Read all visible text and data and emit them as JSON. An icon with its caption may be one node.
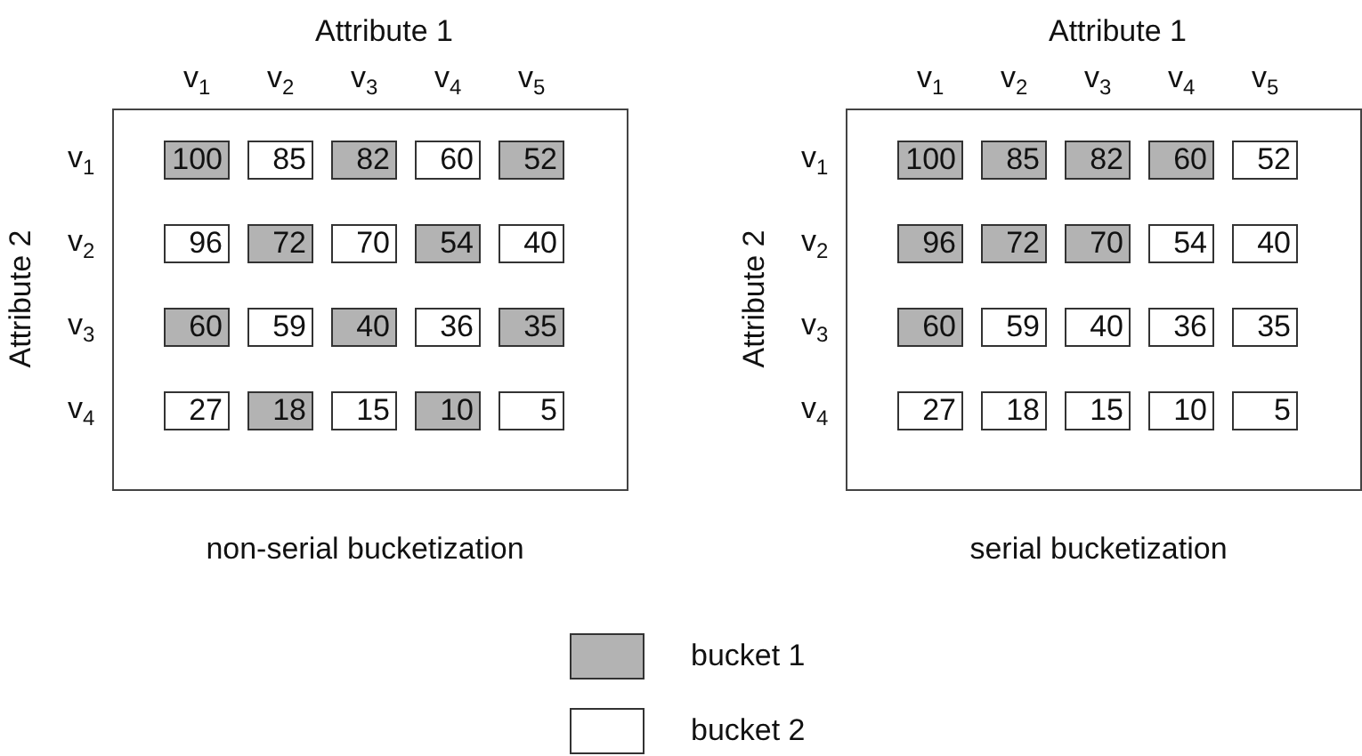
{
  "diagram": {
    "nodes": [
      {
        "text": [],
        "shape": "box"
      },
      {
        "text": [
          "100"
        ],
        "in": 0
      },
      {
        "text": [
          "85"
        ],
        "in": 0
      },
      {
        "text": [
          "82"
        ],
        "in": 0
      },
      {
        "text": [
          "60"
        ],
        "in": 0
      },
      {
        "text": [
          "52"
        ],
        "in": 0
      },
      {
        "text": [
          "96"
        ],
        "in": 0
      },
      {
        "text": [
          "72"
        ],
        "in": 0
      },
      {
        "text": [
          "70"
        ],
        "in": 0
      },
      {
        "text": [
          "54"
        ],
        "in": 0
      },
      {
        "text": [
          "40"
        ],
        "in": 0
      },
      {
        "text": [
          "60"
        ],
        "in": 0
      },
      {
        "text": [
          "59"
        ],
        "in": 0
      },
      {
        "text": [
          "40"
        ],
        "in": 0
      },
      {
        "text": [
          "36"
        ],
        "in": 0
      },
      {
        "text": [
          "35"
        ],
        "in": 0
      },
      {
        "text": [
          "27"
        ],
        "in": 0
      },
      {
        "text": [
          "18"
        ],
        "in": 0
      },
      {
        "text": [
          "15"
        ],
        "in": 0
      },
      {
        "text": [
          "10"
        ],
        "in": 0
      },
      {
        "text": [
          "5"
        ],
        "in": 0
      },
      {
        "text": [],
        "shape": "box"
      },
      {
        "text": [
          "100"
        ],
        "in": 21
      },
      {
        "text": [
          "85"
        ],
        "in": 21
      },
      {
        "text": [
          "82"
        ],
        "in": 21
      },
      {
        "text": [
          "60"
        ],
        "in": 21
      },
      {
        "text": [
          "52"
        ],
        "in": 21
      },
      {
        "text": [
          "96"
        ],
        "in": 21
      },
      {
        "text": [
          "72"
        ],
        "in": 21
      },
      {
        "text": [
          "70"
        ],
        "in": 21
      },
      {
        "text": [
          "54"
        ],
        "in": 21
      },
      {
        "text": [
          "40"
        ],
        "in": 21
      },
      {
        "text": [
          "60"
        ],
        "in": 21
      },
      {
        "text": [
          "59"
        ],
        "in": 21
      },
      {
        "text": [
          "40"
        ],
        "in": 21
      },
      {
        "text": [
          "36"
        ],
        "in": 21
      },
      {
        "text": [
          "35"
        ],
        "in": 21
      },
      {
        "text": [
          "27"
        ],
        "in": 21
      },
      {
        "text": [
          "18"
        ],
        "in": 21
      },
      {
        "text": [
          "15"
        ],
        "in": 21
      },
      {
        "text": [
          "10"
        ],
        "in": 21
      },
      {
        "text": [
          "5"
        ],
        "in": 21
      }
    ],
    "labels": [
      "Attribute 1",
      "v$_{1}$",
      "v$_{2}$",
      "v$_{3}$",
      "v$_{4}$",
      "v$_{5}$",
      "Attribute 2",
      "v$_{1}$",
      "v$_{2}$",
      "v$_{3}$",
      "v$_{4}$",
      "non-serial bucketization",
      "Attribute 1",
      "v$_{1}$",
      "v$_{2}$",
      "v$_{3}$",
      "v$_{4}$",
      "v$_{5}$",
      "Attribute 2",
      "v$_{1}$",
      "v$_{2}$",
      "v$_{3}$",
      "v$_{4}$",
      "serial bucketization"
    ],
    "legend": [
      {
        "text": "bucket 1",
        "color": "#b3b3b3"
      },
      {
        "text": "bucket 2",
        "color": "#ffffff"
      }
    ]
  }
}
